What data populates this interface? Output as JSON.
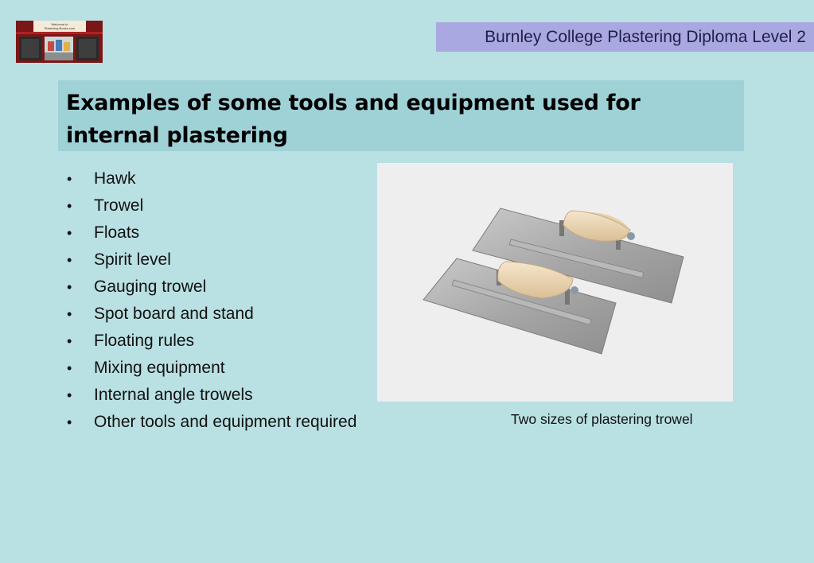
{
  "header": {
    "badge": "Burnley College Plastering Diploma Level 2"
  },
  "logo": {
    "sign_line1": "Welcome to",
    "sign_line2": "Plastering Books.com"
  },
  "title": {
    "line1": "Examples of some tools and equipment used for",
    "line2": "internal plastering"
  },
  "bullets": [
    "Hawk",
    "Trowel",
    "Floats",
    "Spirit level",
    "Gauging trowel",
    "Spot board and stand",
    "Floating rules",
    "Mixing equipment",
    "Internal angle trowels",
    "Other tools and equipment required"
  ],
  "photo": {
    "caption": "Two sizes of plastering trowel",
    "subject": "plastering-trowels"
  }
}
